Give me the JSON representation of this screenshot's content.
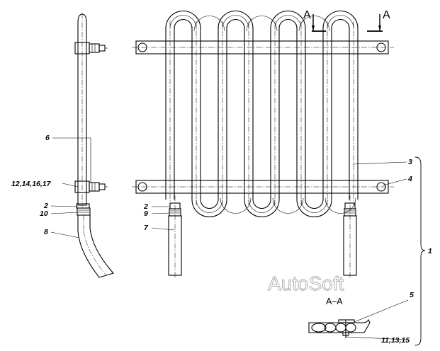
{
  "labels": {
    "c1": "1",
    "c2a": "2",
    "c2b": "2",
    "c3": "3",
    "c4": "4",
    "c5": "5",
    "c6": "6",
    "c7": "7",
    "c8": "8",
    "c9": "9",
    "c10": "10",
    "c11": "11,13,15",
    "c12": "12,14,16,17"
  },
  "section": {
    "marker_left": "A",
    "marker_right": "A",
    "title": "A–A"
  },
  "watermark": "AutoSoft"
}
